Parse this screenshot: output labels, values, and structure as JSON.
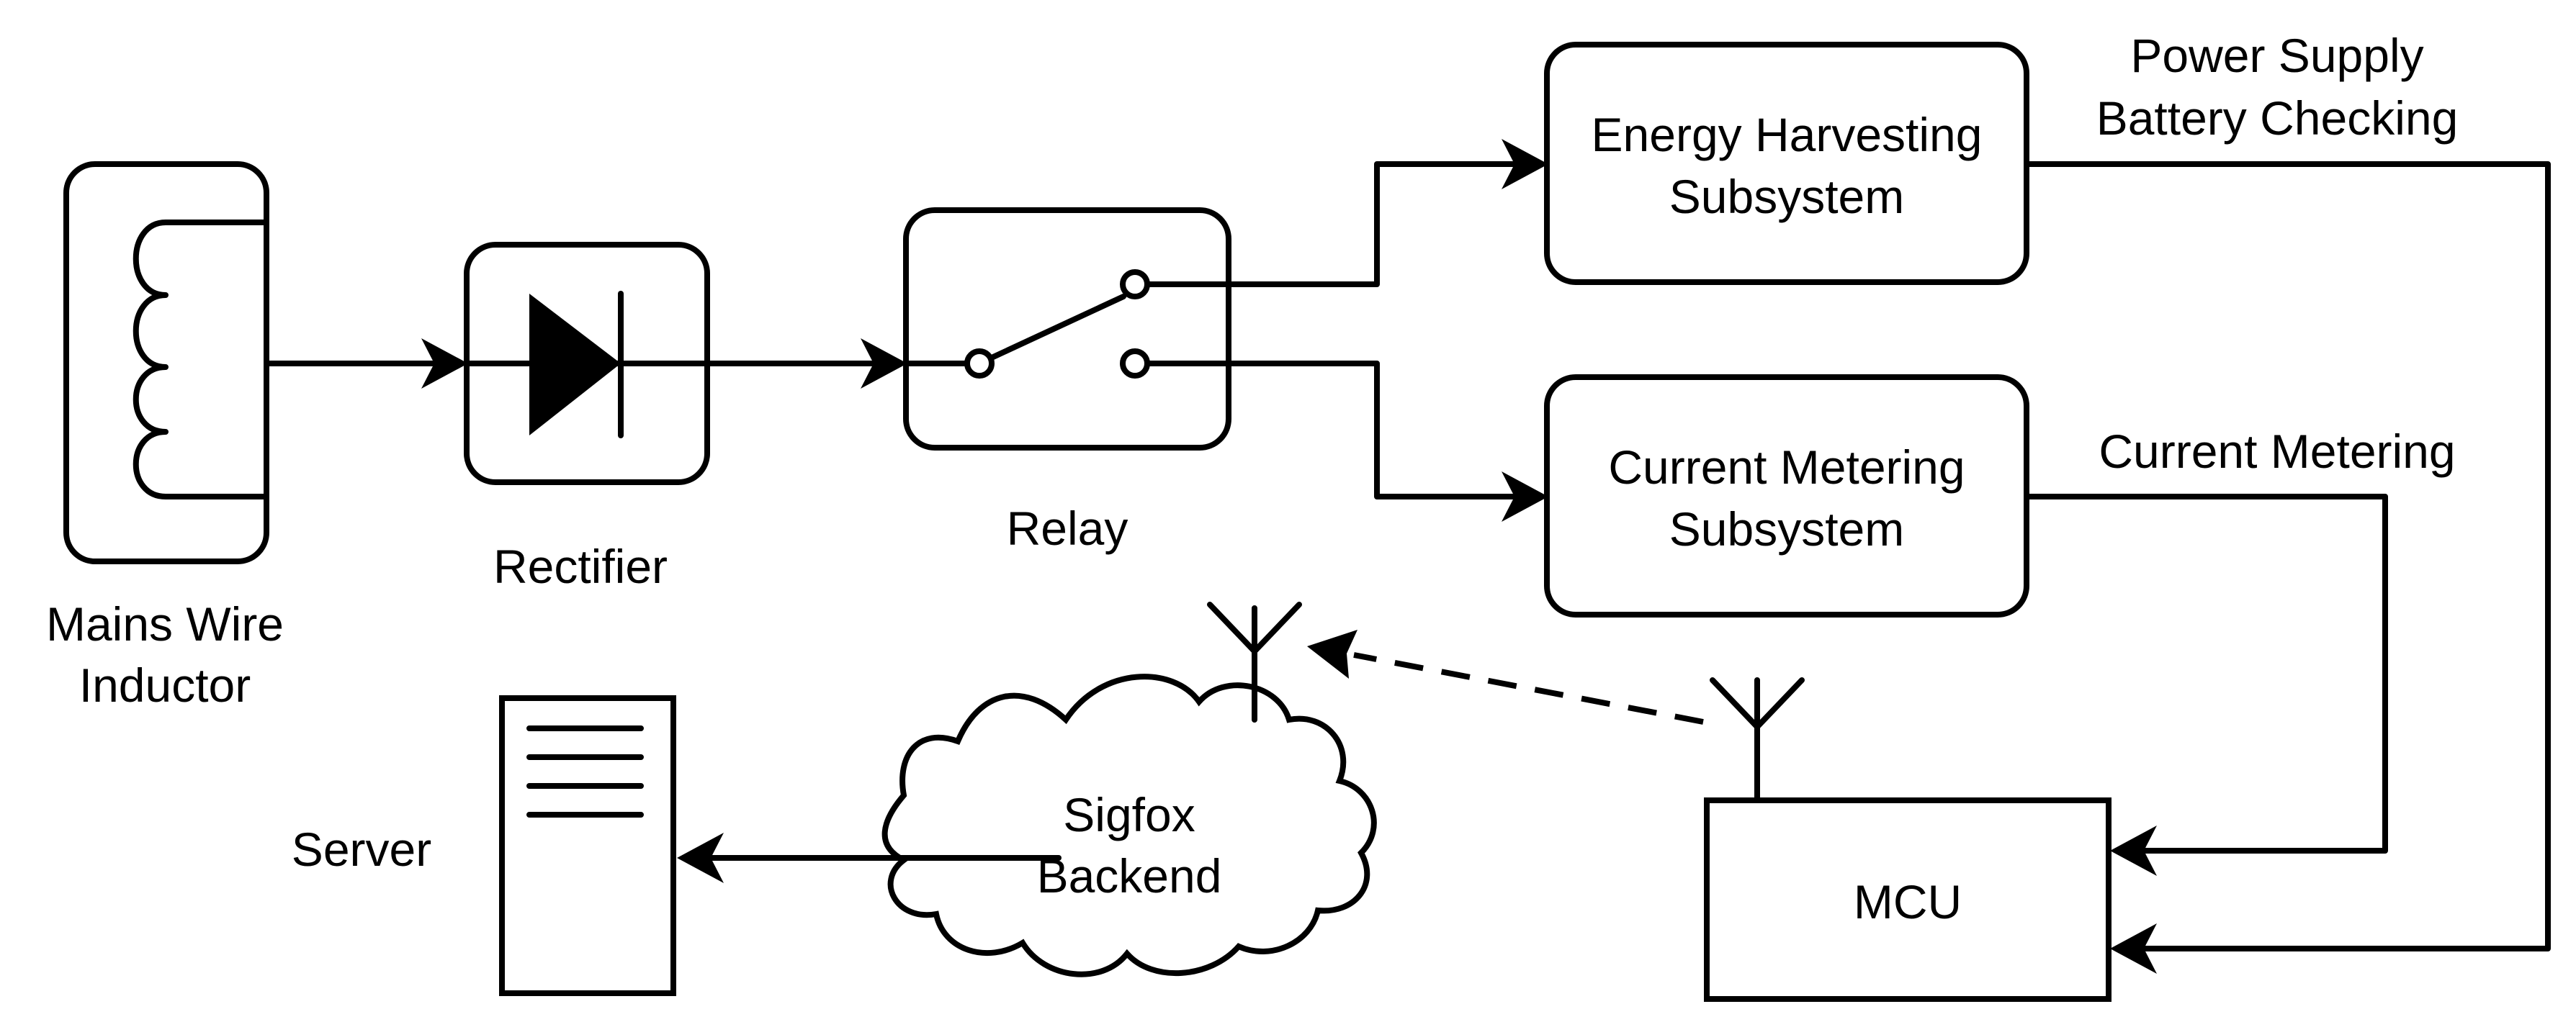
{
  "labels": {
    "inductor_line1": "Mains Wire",
    "inductor_line2": "Inductor",
    "rectifier": "Rectifier",
    "relay": "Relay",
    "energy_line1": "Energy Harvesting",
    "energy_line2": "Subsystem",
    "current_line1": "Current Metering",
    "current_line2": "Subsystem",
    "power_line1": "Power Supply",
    "power_line2": "Battery Checking",
    "current_metering_edge": "Current Metering",
    "mcu": "MCU",
    "sigfox_line1": "Sigfox",
    "sigfox_line2": "Backend",
    "server": "Server"
  },
  "colors": {
    "stroke": "#000000",
    "background": "#ffffff"
  }
}
